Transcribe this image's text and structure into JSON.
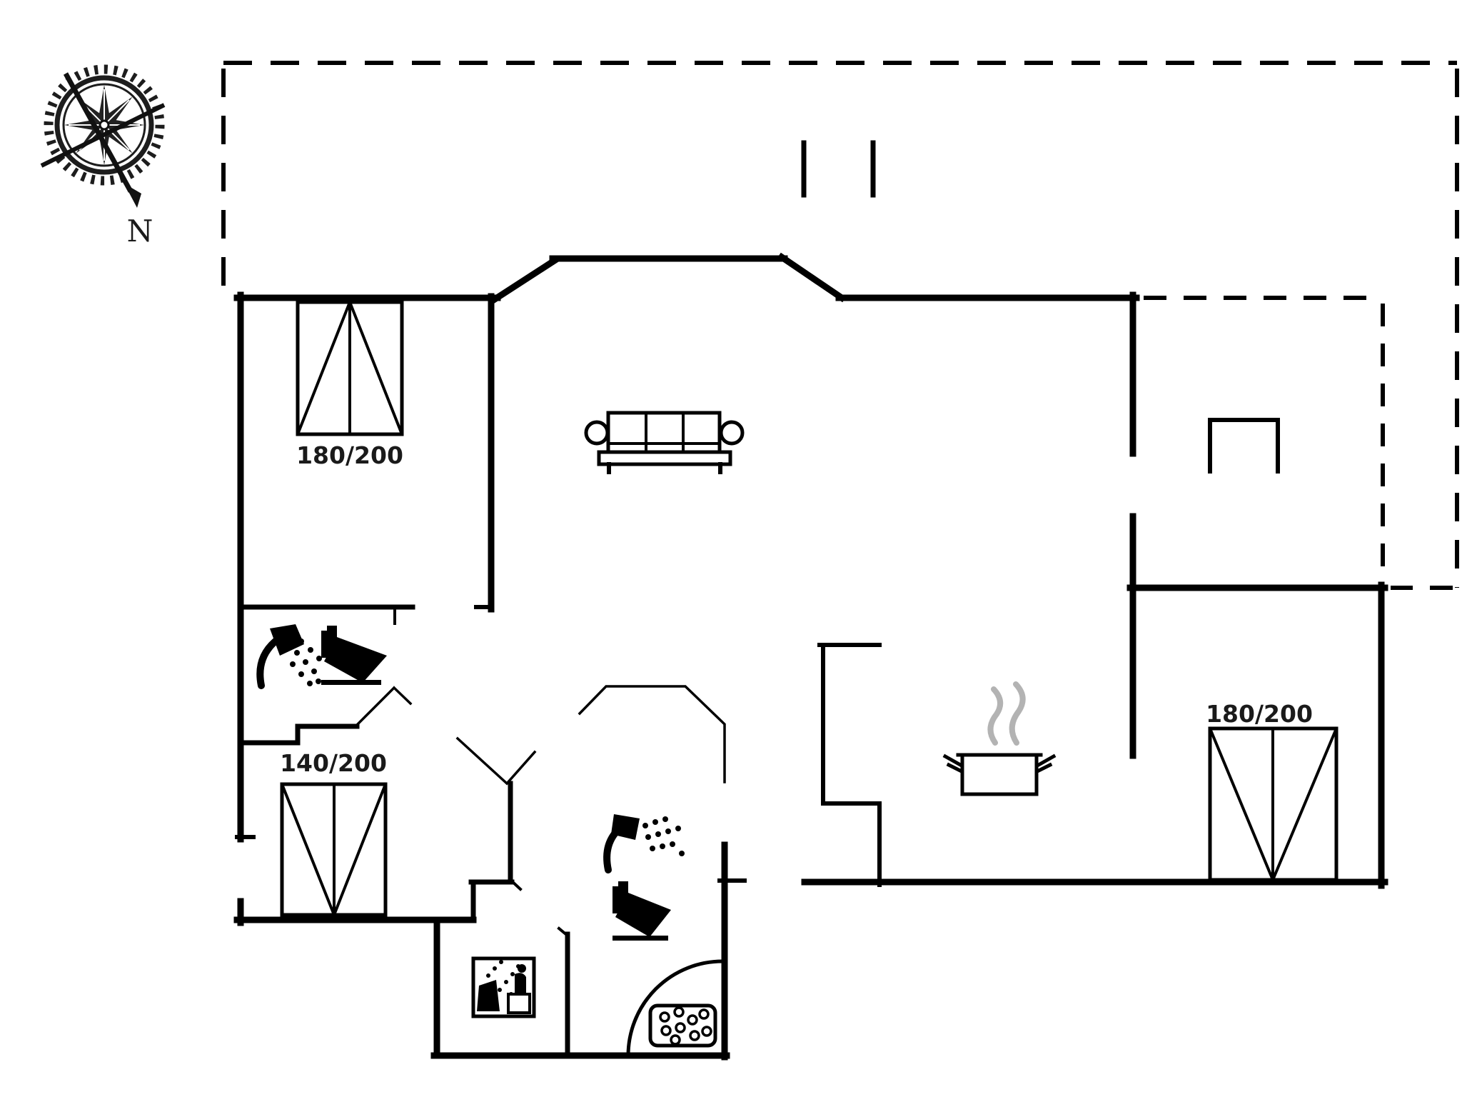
{
  "colors": {
    "background": "#ffffff",
    "ink": "#000000",
    "steam": "#b3b3b3",
    "text": "#1a1a1a"
  },
  "compass": {
    "label": "N"
  },
  "beds": [
    {
      "id": "bed-top-left",
      "label": "180/200"
    },
    {
      "id": "bed-bottom-left",
      "label": "140/200"
    },
    {
      "id": "bed-right",
      "label": "180/200"
    }
  ],
  "icons": {
    "compass": "compass-rose-icon",
    "sofa": "sofa-icon",
    "stove": "cooking-pot-steam-icon",
    "shower_left": "shower-head-icon",
    "toilet_left": "toilet-icon",
    "shower_bottom": "shower-head-icon",
    "toilet_bottom": "toilet-icon",
    "washing_machine": "washing-machine-icon",
    "corner_shower": "corner-shower-tray-icon",
    "terrace_grill": "terrace-bench-icon",
    "terrace_posts": "terrace-post-marks-icon"
  }
}
